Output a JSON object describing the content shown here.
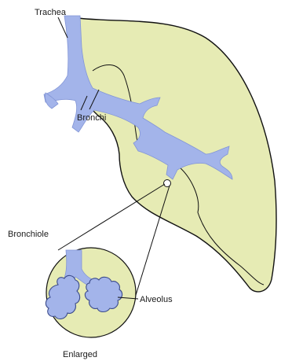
{
  "labels": {
    "trachea": "Trachea",
    "bronchi": "Bronchi",
    "bronchiole": "Bronchiole",
    "alveolus": "Alveolus",
    "enlarged": "Enlarged"
  },
  "colors": {
    "lung_fill": "#e6ebb4",
    "airway_fill": "#a3b4ea",
    "outline": "#111111",
    "background": "#ffffff"
  }
}
